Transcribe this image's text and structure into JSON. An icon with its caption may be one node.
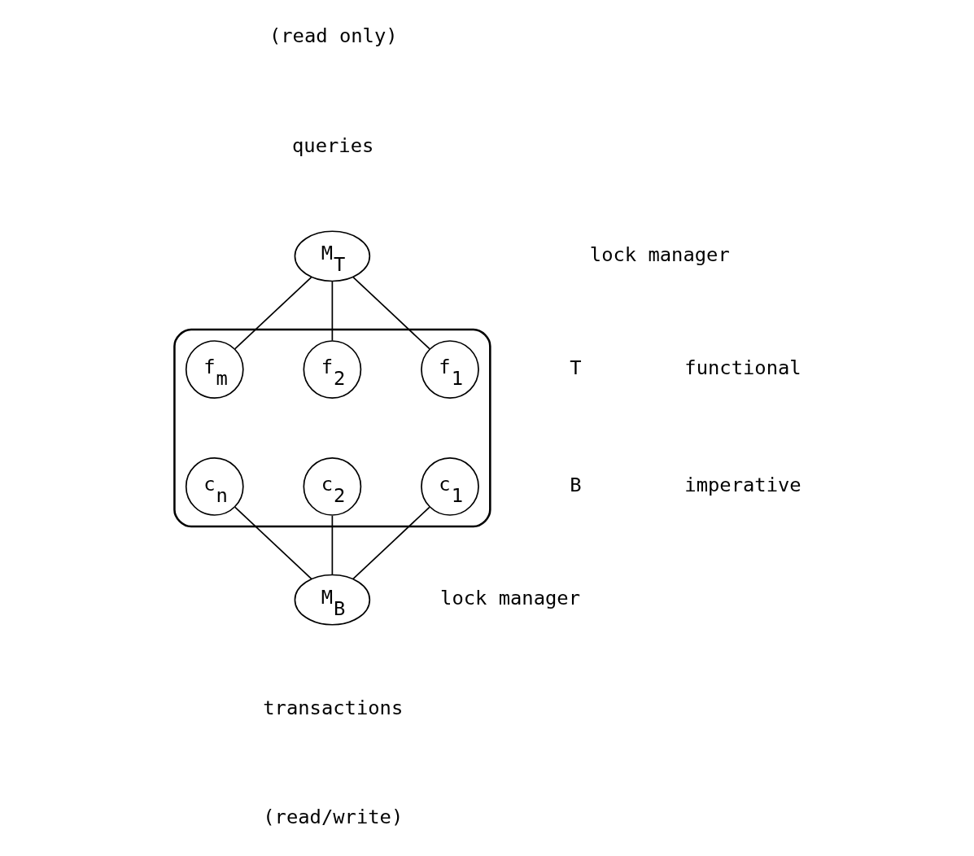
{
  "diagram": {
    "nodes": [
      {
        "text": [
          "M$_{T}$"
        ]
      },
      {
        "text": [],
        "shape": "cloud"
      },
      {
        "text": [
          "f$_{1}$"
        ],
        "in": 1
      },
      {
        "text": [
          "f$_{2}$"
        ],
        "in": 1
      },
      {
        "text": [
          "f$_{m}$"
        ],
        "in": 1
      },
      {
        "text": [
          "c$_{1}$"
        ],
        "in": 1
      },
      {
        "text": [
          "c$_{2}$"
        ],
        "in": 1
      },
      {
        "text": [
          "c$_{n}$"
        ],
        "in": 1
      },
      {
        "text": [
          "M$_{B}$"
        ]
      }
    ],
    "edges": [
      {
        "from": 0,
        "to": 2,
        "arrow": "none"
      },
      {
        "from": 0,
        "to": 3,
        "arrow": "none"
      },
      {
        "from": 0,
        "to": 4,
        "arrow": "none"
      },
      {
        "from": 5,
        "to": 8,
        "arrow": "none"
      },
      {
        "from": 6,
        "to": 8,
        "arrow": "none"
      },
      {
        "from": 7,
        "to": 8,
        "arrow": "none"
      }
    ],
    "labels": [
      "(read only)",
      "queries",
      "lock manager",
      "functional",
      "T",
      "B",
      "imperative",
      "lock manager",
      "transactions",
      "(read/write)"
    ]
  }
}
